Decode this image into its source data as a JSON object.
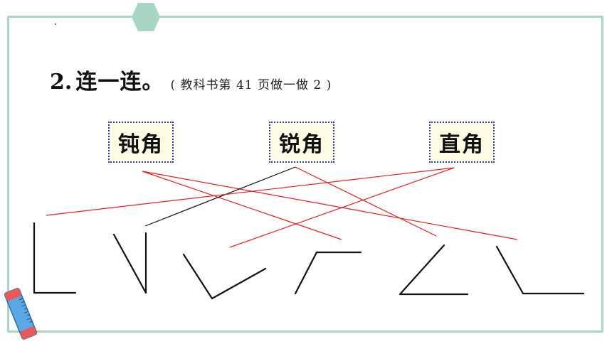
{
  "question": {
    "number": "2.",
    "text": "连一连。",
    "reference": "( 教科书第 41 页做一做 2 )"
  },
  "angle_labels": [
    "钝角",
    "锐角",
    "直角"
  ],
  "colors": {
    "frame": "#a9d5c5",
    "hexagon": "#a9d5c5",
    "label_border": "#2a35c8",
    "label_fill": "#fdfbe4",
    "red_line": "#e02020",
    "black_line": "#111111"
  },
  "icons": [
    "hexagon-decoration-icon",
    "ruler-icon"
  ]
}
